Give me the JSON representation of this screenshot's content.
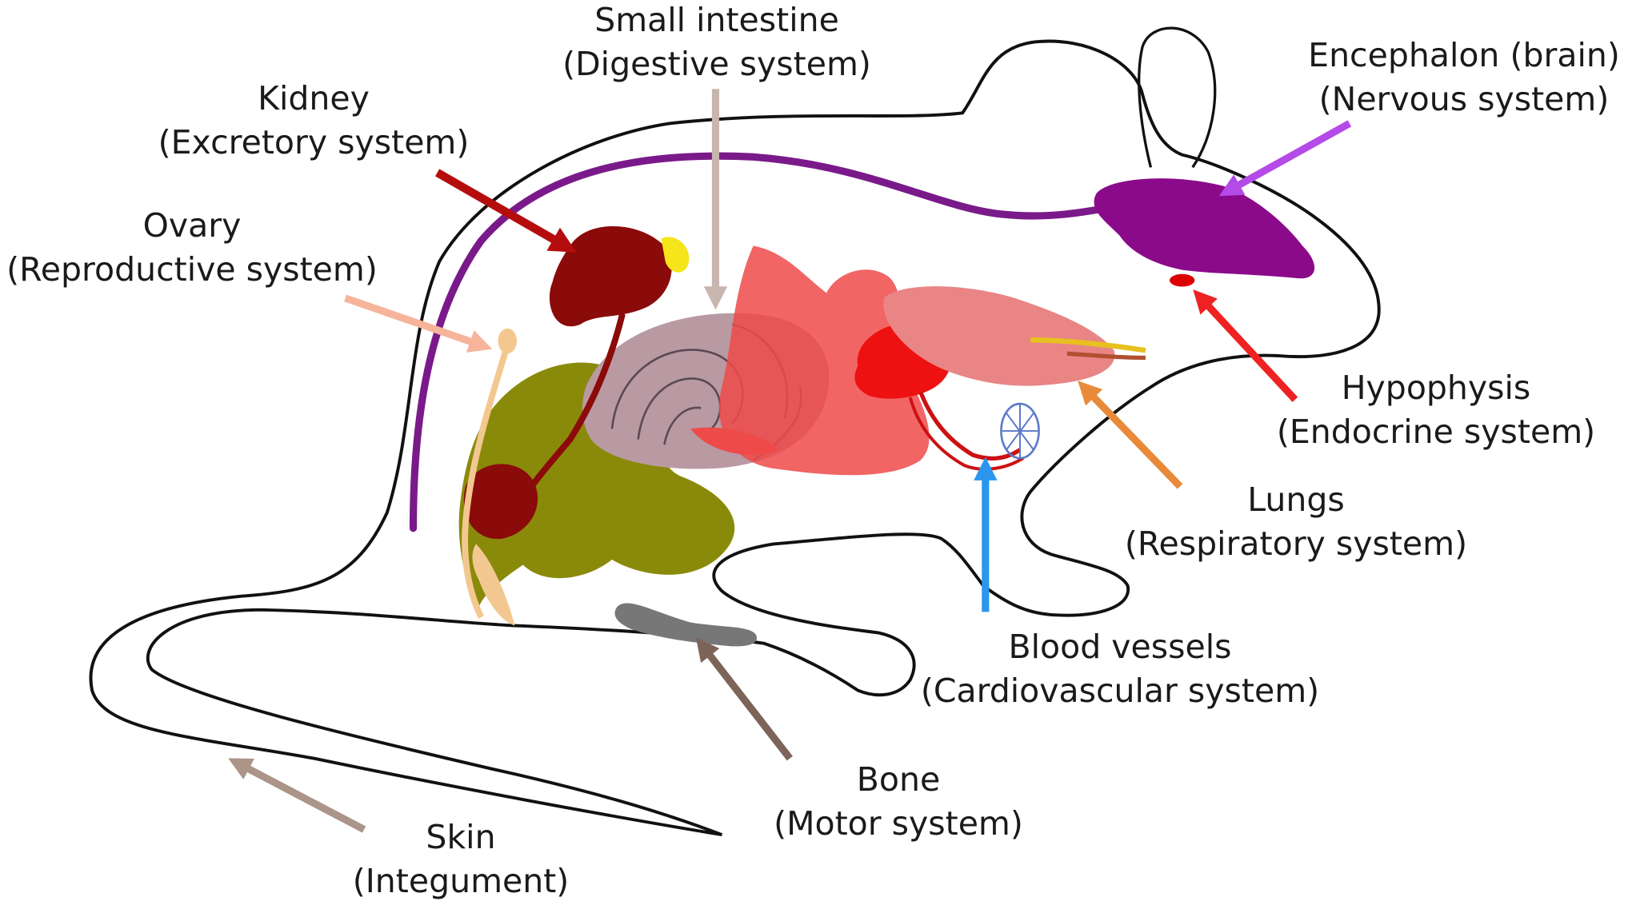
{
  "labels": {
    "small_intestine": {
      "name": "Small intestine",
      "system": "(Digestive system)"
    },
    "encephalon": {
      "name": "Encephalon (brain)",
      "system": "(Nervous system)"
    },
    "kidney": {
      "name": "Kidney",
      "system": "(Excretory system)"
    },
    "ovary": {
      "name": "Ovary",
      "system": "(Reproductive system)"
    },
    "hypophysis": {
      "name": "Hypophysis",
      "system": "(Endocrine system)"
    },
    "lungs": {
      "name": "Lungs",
      "system": "(Respiratory system)"
    },
    "blood_vessels": {
      "name": "Blood vessels",
      "system": "(Cardiovascular system)"
    },
    "bone": {
      "name": "Bone",
      "system": "(Motor system)"
    },
    "skin": {
      "name": "Skin",
      "system": "(Integument)"
    }
  },
  "colors": {
    "outline": "#111111",
    "nerve": "#7a1a8a",
    "brain": "#8a0a8a",
    "kidney": "#8b0a0a",
    "adrenal": "#f5e51a",
    "intestine": "#b99aa2",
    "liver": "#ef4a4a",
    "heart": "#ee1111",
    "lungs": "#e98585",
    "trachea": "#e8c020",
    "vessels": "#cc1111",
    "capillaries": "#5a78c8",
    "stomach": "#8a8a0a",
    "ovary": "#f3c890",
    "bone": "#777777",
    "hypophysis": "#dd0000",
    "arrow_kidney": "#b50d0d",
    "arrow_intestine": "#c8b6ae",
    "arrow_brain": "#b44ae8",
    "arrow_ovary": "#f6b49a",
    "arrow_hypophysis": "#ee2222",
    "arrow_lungs": "#e88a3a",
    "arrow_vessels": "#2a96ee",
    "arrow_bone": "#7c6458",
    "arrow_skin": "#ab9488"
  }
}
